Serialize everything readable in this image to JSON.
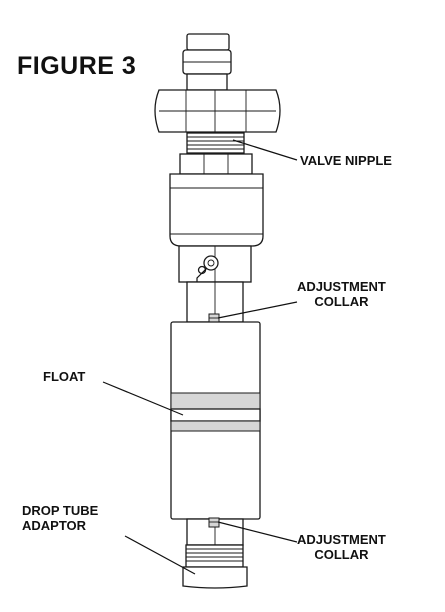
{
  "figure": {
    "title": "FIGURE 3"
  },
  "labels": {
    "valve_nipple": "VALVE NIPPLE",
    "adjustment_collar_top": [
      "ADJUSTMENT",
      "COLLAR"
    ],
    "float": "FLOAT",
    "drop_tube_adaptor": [
      "DROP TUBE",
      "ADAPTOR"
    ],
    "adjustment_collar_bottom": [
      "ADJUSTMENT",
      "COLLAR"
    ]
  },
  "colors": {
    "line": "#1a1a1a",
    "shade": "#d6d6d6",
    "background": "#ffffff"
  }
}
